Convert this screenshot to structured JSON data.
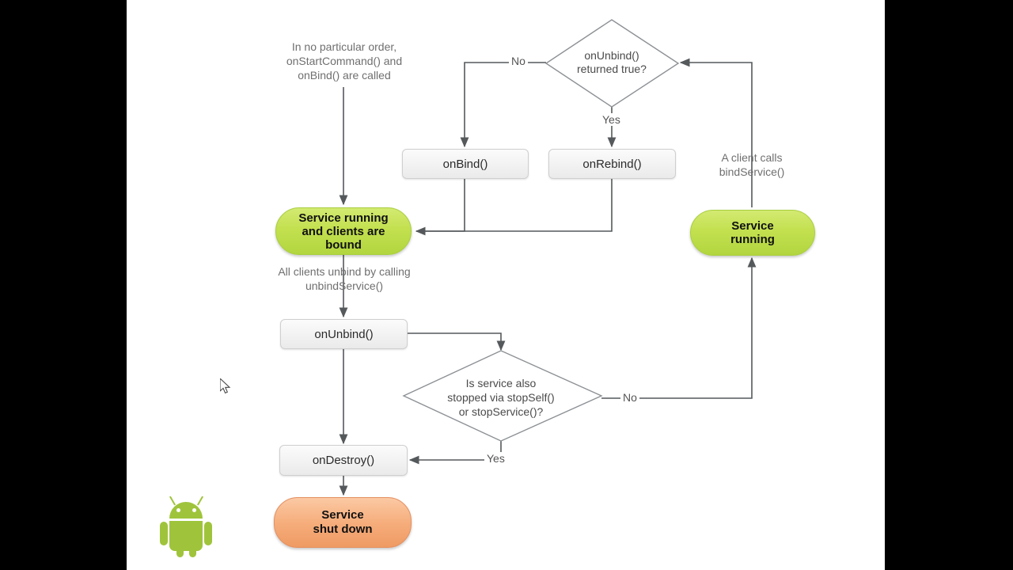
{
  "diagram": {
    "title": "Android Service Lifecycle (bound service)",
    "colors": {
      "green_fill": "#c3e04f",
      "orange_fill": "#f6ae7c",
      "box_fill": "#f2f2f2",
      "line": "#55595c",
      "note_text": "#6f6f6f",
      "robot_green": "#9fc43b",
      "letterbox": "#000000",
      "canvas": "#ffffff"
    },
    "notes": [
      {
        "id": "note-start",
        "lines": [
          "In no particular order,",
          "onStartCommand() and",
          "onBind() are called"
        ]
      },
      {
        "id": "note-client-binds",
        "lines": [
          "A client calls",
          "bindService()"
        ]
      },
      {
        "id": "note-all-unbind",
        "lines": [
          "All clients unbind by calling",
          "unbindService()"
        ]
      }
    ],
    "nodes": [
      {
        "id": "decision-onunbind",
        "shape": "diamond",
        "lines": [
          "onUnbind()",
          "returned true?"
        ]
      },
      {
        "id": "process-onbind",
        "shape": "process",
        "label": "onBind()"
      },
      {
        "id": "process-onrebind",
        "shape": "process",
        "label": "onRebind()"
      },
      {
        "id": "state-running-bound",
        "shape": "terminator-green",
        "lines": [
          "Service running",
          "and clients are",
          "bound"
        ]
      },
      {
        "id": "state-running",
        "shape": "terminator-green",
        "lines": [
          "Service",
          "running"
        ]
      },
      {
        "id": "process-onunbind",
        "shape": "process",
        "label": "onUnbind()"
      },
      {
        "id": "decision-stopped",
        "shape": "diamond",
        "lines": [
          "Is service also",
          "stopped via stopSelf()",
          "or stopService()?"
        ]
      },
      {
        "id": "process-ondestroy",
        "shape": "process",
        "label": "onDestroy()"
      },
      {
        "id": "state-shutdown",
        "shape": "terminator-orange",
        "lines": [
          "Service",
          "shut down"
        ]
      }
    ],
    "edge_labels": [
      {
        "id": "label-no-unbind",
        "text": "No"
      },
      {
        "id": "label-yes-unbind",
        "text": "Yes"
      },
      {
        "id": "label-no-stopped",
        "text": "No"
      },
      {
        "id": "label-yes-stopped",
        "text": "Yes"
      }
    ]
  }
}
